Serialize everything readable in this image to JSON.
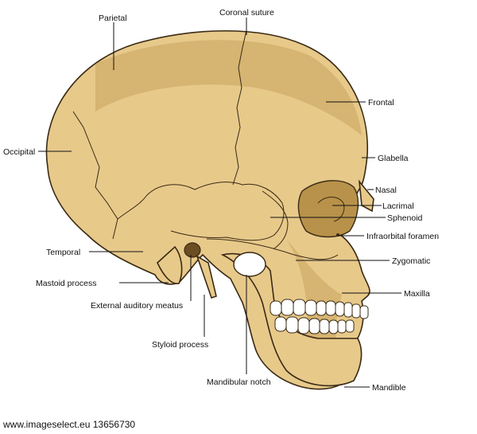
{
  "labels": {
    "parietal": "Parietal",
    "coronal_suture": "Coronal suture",
    "frontal": "Frontal",
    "occipital": "Occipital",
    "glabella": "Glabella",
    "nasal": "Nasal",
    "lacrimal": "Lacrimal",
    "sphenoid": "Sphenoid",
    "infraorbital_foramen": "Infraorbital foramen",
    "temporal": "Temporal",
    "zygomatic": "Zygomatic",
    "mastoid_process": "Mastoid process",
    "maxilla": "Maxilla",
    "external_auditory_meatus": "External auditory meatus",
    "styloid_process": "Styloid process",
    "mandibular_notch": "Mandibular notch",
    "mandible": "Mandible"
  },
  "watermark": "www.imageselect.eu 13656730",
  "colors": {
    "bone": "#e7c98a",
    "bone_shadow": "#c9a35c",
    "outline": "#3a2a14",
    "text": "#111111",
    "background": "#ffffff"
  }
}
